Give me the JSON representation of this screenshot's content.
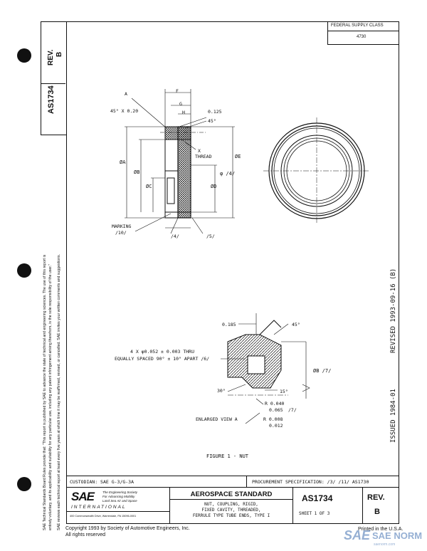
{
  "side_panel": {
    "doc_number": "AS1734",
    "rev_label": "REV.",
    "rev_value": "B",
    "disclaimer_1": "SAE Technical Standards Board Rules provide that: \"This report is published by SAE to advance the state of technical and engineering sciences. The use of this report is",
    "disclaimer_2": "entirely voluntary, and its applicability and suitability for any particular use, including any patent infringement arising therefrom, is the sole responsibility of the user.\"",
    "disclaimer_3": "SAE reviews each technical report at least every five years at which time it may be reaffirmed, revised, or cancelled. SAE invites your written comments and suggestions."
  },
  "federal_supply": {
    "label": "FEDERAL SUPPLY CLASS",
    "value": "4730"
  },
  "side_dates": {
    "revised": "REVISED 1993-09-16 (B)",
    "issued": "ISSUED 1984-01"
  },
  "drawing": {
    "labels": {
      "a": "A",
      "chamfer": "45° X 0.20",
      "f": "F",
      "g": "G",
      "h": "H",
      "d0125": "0.125",
      "ang45_top": "45°",
      "x": "X",
      "thread": "THREAD",
      "phiA": "ØA",
      "phiB": "ØB",
      "phiC": "ØC",
      "phiD": "ØD",
      "phiE": "ØE",
      "phi4": "φ /4/",
      "marking": "MARKING",
      "ref10": "/10/",
      "ref4": "/4/",
      "ref5": "/5/",
      "d0185": "0.185",
      "ang45_b": "45°",
      "holes_1": "4 X φ0.052 ± 0.003 THRU",
      "holes_2": "EQUALLY SPACED 90° ± 10° APART /6/",
      "phiB7": "ØB /7/",
      "ang30": "30°",
      "ang15": "15°",
      "r0040": "R 0.040",
      "d0065": "0.065",
      "ref7": "/7/",
      "r0008": "R 0.008",
      "d0012": "0.012",
      "enlarged": "ENLARGED VIEW A",
      "figure": "FIGURE 1 - NUT"
    }
  },
  "title_block": {
    "custodian": "CUSTODIAN:  SAE G-3/G-3A",
    "procurement": "PROCUREMENT SPECIFICATION:  /3/ /11/  AS1730",
    "sae_logo": "SAE",
    "sae_tagline_1": "The Engineering Society",
    "sae_tagline_2": "For Advancing Mobility",
    "sae_tagline_3": "Land Sea Air and Space",
    "international": "INTERNATIONAL",
    "address": "400 Commonwealth Drive, Warrendale, PA 15096-0001",
    "standard": "AEROSPACE STANDARD",
    "desc_1": "NUT, COUPLING, RIGID,",
    "desc_2": "FIXED CAVITY, THREADED,",
    "desc_3": "FERRULE TYPE TUBE ENDS, TYPE I",
    "doc_number": "AS1734",
    "sheet": "SHEET 1 OF 3",
    "rev_label": "REV.",
    "rev_value": "B"
  },
  "footer": {
    "copyright_1": "Copyright 1993   by Society of Automotive Engineers, Inc.",
    "copyright_2": "All rights reserved",
    "printed": "Printed in the U.S.A.",
    "wm_logo": "SAE",
    "wm_text": "SAE NORM",
    "wm_sub": "saenorm.com"
  }
}
